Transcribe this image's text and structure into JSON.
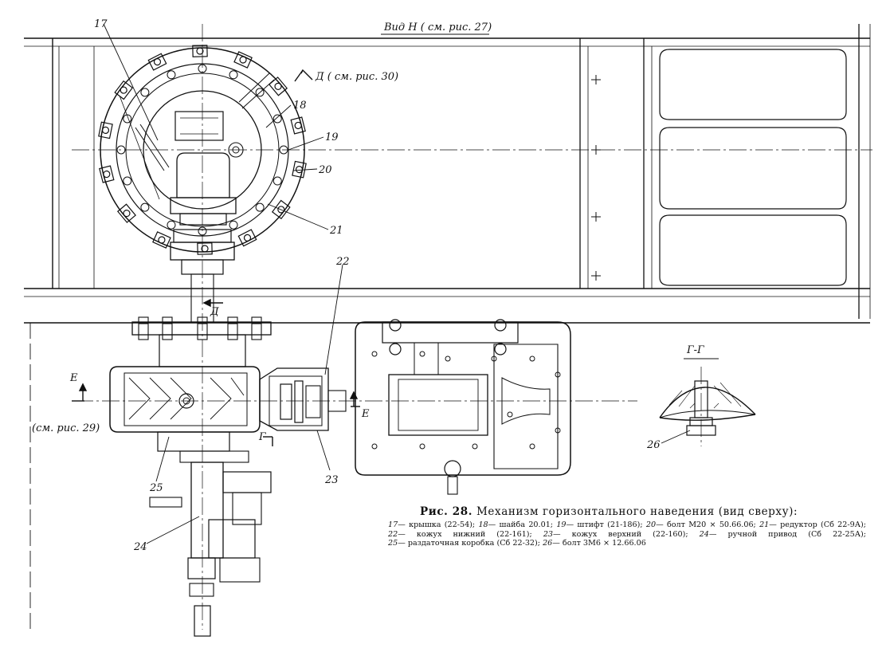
{
  "header": {
    "view_title": "Вид Н ( см. рис. 27)"
  },
  "section_labels": {
    "d_arrow": "Д ( см. рис. 30)",
    "d_small": "Д",
    "e_left": "Е",
    "e_left_ref": "(см. рис. 29)",
    "e_right": "Е",
    "g_small": "Г",
    "gg_title": "Г-Г"
  },
  "callouts": [
    "17",
    "18",
    "19",
    "20",
    "21",
    "22",
    "23",
    "24",
    "25",
    "26"
  ],
  "caption": {
    "number": "Рис. 28.",
    "title": "Механизм горизонтального наведения (вид сверху):",
    "legend": [
      {
        "n": "17",
        "text": "— крышка (22-54);"
      },
      {
        "n": "18",
        "text": "— шайба 20.01;"
      },
      {
        "n": "19",
        "text": "— штифт (21-186);"
      },
      {
        "n": "20",
        "text": "— болт М20 × 50.66.06;"
      },
      {
        "n": "21",
        "text": "— редуктор (Сб 22-9А);"
      },
      {
        "n": "22",
        "text": "— кожух нижний (22-161);"
      },
      {
        "n": "23",
        "text": "— кожух верхний (22-160);"
      },
      {
        "n": "24",
        "text": "— ручной привод (Сб 22-25А);"
      },
      {
        "n": "25",
        "text": "— раздаточная коробка (Сб 22-32);"
      },
      {
        "n": "26",
        "text": "— болт 3М6 × 12.66.06"
      }
    ]
  },
  "style": {
    "ink": "#111111",
    "paper": "#ffffff"
  }
}
